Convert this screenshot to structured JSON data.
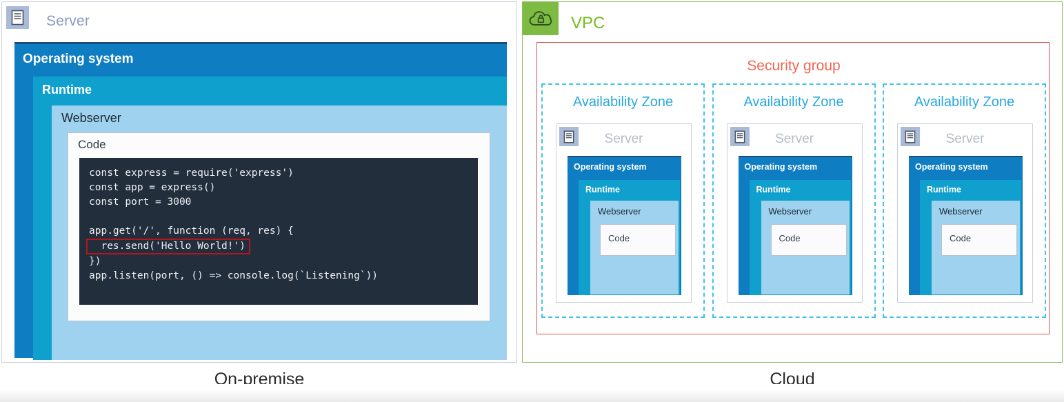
{
  "onpremise": {
    "caption": "On-premise",
    "server_label": "Server",
    "server_icon": "server-rack-icon",
    "os_label": "Operating system",
    "runtime_label": "Runtime",
    "webserver_label": "Webserver",
    "code_label": "Code",
    "code_lines": [
      {
        "text": "const express = require('express')",
        "highlighted": false
      },
      {
        "text": "const app = express()",
        "highlighted": false
      },
      {
        "text": "const port = 3000",
        "highlighted": false
      },
      {
        "text": "",
        "highlighted": false
      },
      {
        "text": "app.get('/', function (req, res) {",
        "highlighted": false
      },
      {
        "text": "  res.send('Hello World!')",
        "highlighted": true
      },
      {
        "text": "})",
        "highlighted": false
      },
      {
        "text": "app.listen(port, () => console.log(`Listening`))",
        "highlighted": false
      }
    ],
    "highlight_color": "#b7141f"
  },
  "cloud": {
    "caption": "Cloud",
    "vpc_label": "VPC",
    "vpc_icon": "cloud-lock-icon",
    "security_group_label": "Security group",
    "availability_zones": [
      {
        "label": "Availability Zone",
        "server_label": "Server",
        "server_icon": "server-rack-icon",
        "os_label": "Operating system",
        "runtime_label": "Runtime",
        "webserver_label": "Webserver",
        "code_label": "Code"
      },
      {
        "label": "Availability Zone",
        "server_label": "Server",
        "server_icon": "server-rack-icon",
        "os_label": "Operating system",
        "runtime_label": "Runtime",
        "webserver_label": "Webserver",
        "code_label": "Code"
      },
      {
        "label": "Availability Zone",
        "server_label": "Server",
        "server_icon": "server-rack-icon",
        "os_label": "Operating system",
        "runtime_label": "Runtime",
        "webserver_label": "Webserver",
        "code_label": "Code"
      }
    ]
  },
  "colors": {
    "os_blue": "#0f7dc2",
    "runtime_cyan": "#0fa0cd",
    "webserver_light_blue": "#9ed2ee",
    "code_dark": "#222e3c",
    "vpc_green": "#77bc1f",
    "security_red": "#f16552",
    "az_cyan": "#2aa8dd"
  }
}
